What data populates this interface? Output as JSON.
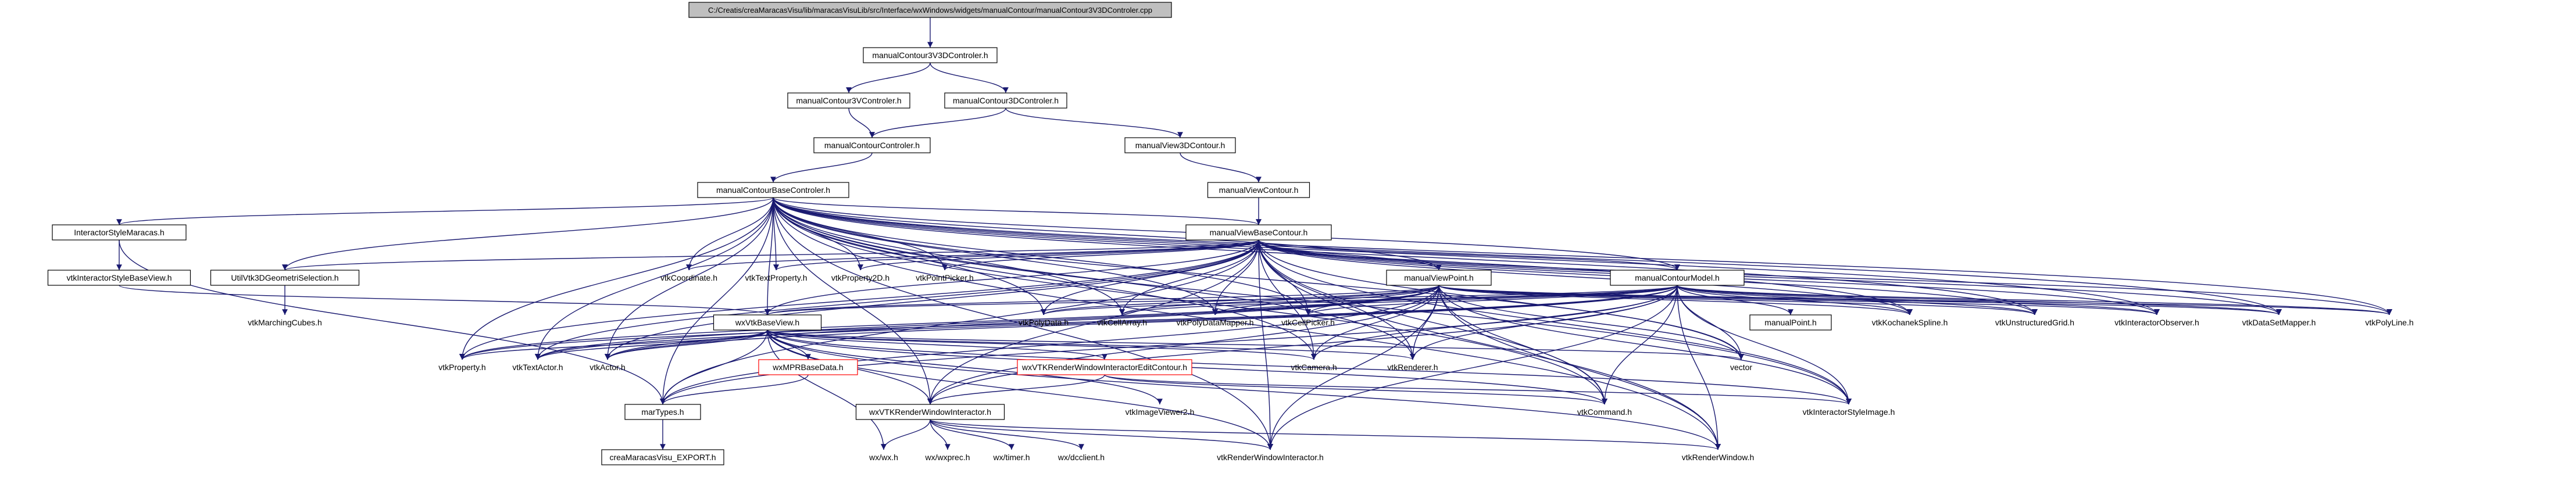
{
  "colors": {
    "edge": "#191970",
    "node_border": "#000000",
    "node_border_missing": "#ff0000",
    "root_fill": "#bfbfbf",
    "node_fill": "#ffffff"
  },
  "nodes": {
    "root": {
      "label": "C:/Creatis/creaMaracasVisu/lib/maracasVisuLib/src/Interface/wxWindows/widgets/manualContour/manualContour3V3DControler.cpp",
      "kind": "root"
    },
    "n3v3d": {
      "label": "manualContour3V3DControler.h",
      "kind": "normal"
    },
    "n3v": {
      "label": "manualContour3VControler.h",
      "kind": "normal"
    },
    "n3d": {
      "label": "manualContour3DControler.h",
      "kind": "normal"
    },
    "ctrl": {
      "label": "manualContourControler.h",
      "kind": "normal"
    },
    "view3d": {
      "label": "manualView3DContour.h",
      "kind": "normal"
    },
    "viewc": {
      "label": "manualViewContour.h",
      "kind": "normal"
    },
    "base": {
      "label": "manualContourBaseControler.h",
      "kind": "normal"
    },
    "vbase": {
      "label": "manualViewBaseContour.h",
      "kind": "normal"
    },
    "ism": {
      "label": "InteractorStyleMaracas.h",
      "kind": "normal"
    },
    "vtkisbv": {
      "label": "vtkInteractorStyleBaseView.h",
      "kind": "normal"
    },
    "uti": {
      "label": "UtilVtk3DGeometriSelection.h",
      "kind": "normal"
    },
    "march": {
      "label": "vtkMarchingCubes.h",
      "kind": "plain"
    },
    "coord": {
      "label": "vtkCoordinate.h",
      "kind": "plain"
    },
    "textp": {
      "label": "vtkTextProperty.h",
      "kind": "plain"
    },
    "prop3d": {
      "label": "vtkProperty2D.h",
      "kind": "plain"
    },
    "ppick": {
      "label": "vtkPointPicker.h",
      "kind": "plain"
    },
    "mvp": {
      "label": "manualViewPoint.h",
      "kind": "normal"
    },
    "model": {
      "label": "manualContourModel.h",
      "kind": "normal"
    },
    "wxbv": {
      "label": "wxVtkBaseView.h",
      "kind": "normal"
    },
    "polyd": {
      "label": "vtkPolyData.h",
      "kind": "plain"
    },
    "cella": {
      "label": "vtkCellArray.h",
      "kind": "plain"
    },
    "pdm": {
      "label": "vtkPolyDataMapper.h",
      "kind": "plain"
    },
    "cellp": {
      "label": "vtkCellPicker.h",
      "kind": "plain"
    },
    "mpoint": {
      "label": "manualPoint.h",
      "kind": "normal"
    },
    "koch": {
      "label": "vtkKochanekSpline.h",
      "kind": "plain"
    },
    "ugrid": {
      "label": "vtkUnstructuredGrid.h",
      "kind": "plain"
    },
    "iobs": {
      "label": "vtkInteractorObserver.h",
      "kind": "plain"
    },
    "dsm": {
      "label": "vtkDataSetMapper.h",
      "kind": "plain"
    },
    "pline": {
      "label": "vtkPolyLine.h",
      "kind": "plain"
    },
    "vprop": {
      "label": "vtkProperty.h",
      "kind": "plain"
    },
    "tact": {
      "label": "vtkTextActor.h",
      "kind": "plain"
    },
    "actor": {
      "label": "vtkActor.h",
      "kind": "plain"
    },
    "mpr": {
      "label": "wxMPRBaseData.h",
      "kind": "missing"
    },
    "wxedit": {
      "label": "wxVTKRenderWindowInteractorEditContour.h",
      "kind": "missing"
    },
    "cam": {
      "label": "vtkCamera.h",
      "kind": "plain"
    },
    "rend": {
      "label": "vtkRenderer.h",
      "kind": "plain"
    },
    "vector": {
      "label": "vector",
      "kind": "plain"
    },
    "cmd": {
      "label": "vtkCommand.h",
      "kind": "plain"
    },
    "isi": {
      "label": "vtkInteractorStyleImage.h",
      "kind": "plain"
    },
    "img2": {
      "label": "vtkImageViewer2.h",
      "kind": "plain"
    },
    "martypes": {
      "label": "marTypes.h",
      "kind": "normal"
    },
    "wxvtkrwi": {
      "label": "wxVTKRenderWindowInteractor.h",
      "kind": "normal"
    },
    "export": {
      "label": "creaMaracasVisu_EXPORT.h",
      "kind": "normal"
    },
    "wxwx": {
      "label": "wx/wx.h",
      "kind": "plain"
    },
    "wxprec": {
      "label": "wx/wxprec.h",
      "kind": "plain"
    },
    "wxtimer": {
      "label": "wx/timer.h",
      "kind": "plain"
    },
    "wxdc": {
      "label": "wx/dcclient.h",
      "kind": "plain"
    },
    "rwi": {
      "label": "vtkRenderWindowInteractor.h",
      "kind": "plain"
    },
    "rwin": {
      "label": "vtkRenderWindow.h",
      "kind": "plain"
    }
  },
  "edges": [
    [
      "root",
      "n3v3d"
    ],
    [
      "n3v3d",
      "n3v"
    ],
    [
      "n3v3d",
      "n3d"
    ],
    [
      "n3v",
      "ctrl"
    ],
    [
      "n3d",
      "ctrl"
    ],
    [
      "n3d",
      "view3d"
    ],
    [
      "ctrl",
      "base"
    ],
    [
      "view3d",
      "viewc"
    ],
    [
      "viewc",
      "vbase"
    ],
    [
      "base",
      "vbase"
    ],
    [
      "base",
      "ism"
    ],
    [
      "base",
      "uti"
    ],
    [
      "base",
      "coord"
    ],
    [
      "base",
      "textp"
    ],
    [
      "base",
      "prop3d"
    ],
    [
      "base",
      "ppick"
    ],
    [
      "base",
      "mvp"
    ],
    [
      "base",
      "model"
    ],
    [
      "base",
      "wxbv"
    ],
    [
      "base",
      "polyd"
    ],
    [
      "base",
      "cella"
    ],
    [
      "base",
      "pdm"
    ],
    [
      "base",
      "cellp"
    ],
    [
      "base",
      "koch"
    ],
    [
      "base",
      "ugrid"
    ],
    [
      "base",
      "iobs"
    ],
    [
      "base",
      "dsm"
    ],
    [
      "base",
      "pline"
    ],
    [
      "base",
      "vprop"
    ],
    [
      "base",
      "tact"
    ],
    [
      "base",
      "actor"
    ],
    [
      "base",
      "cam"
    ],
    [
      "base",
      "rend"
    ],
    [
      "base",
      "vector"
    ],
    [
      "base",
      "cmd"
    ],
    [
      "base",
      "isi"
    ],
    [
      "base",
      "martypes"
    ],
    [
      "base",
      "wxvtkrwi"
    ],
    [
      "base",
      "rwi"
    ],
    [
      "base",
      "rwin"
    ],
    [
      "ism",
      "vtkisbv"
    ],
    [
      "ism",
      "martypes"
    ],
    [
      "vtkisbv",
      "wxbv"
    ],
    [
      "uti",
      "march"
    ],
    [
      "vbase",
      "uti"
    ],
    [
      "vbase",
      "coord"
    ],
    [
      "vbase",
      "textp"
    ],
    [
      "vbase",
      "prop3d"
    ],
    [
      "vbase",
      "ppick"
    ],
    [
      "vbase",
      "mvp"
    ],
    [
      "vbase",
      "model"
    ],
    [
      "vbase",
      "wxbv"
    ],
    [
      "vbase",
      "polyd"
    ],
    [
      "vbase",
      "cella"
    ],
    [
      "vbase",
      "pdm"
    ],
    [
      "vbase",
      "cellp"
    ],
    [
      "vbase",
      "koch"
    ],
    [
      "vbase",
      "ugrid"
    ],
    [
      "vbase",
      "iobs"
    ],
    [
      "vbase",
      "dsm"
    ],
    [
      "vbase",
      "pline"
    ],
    [
      "vbase",
      "vprop"
    ],
    [
      "vbase",
      "tact"
    ],
    [
      "vbase",
      "actor"
    ],
    [
      "vbase",
      "cam"
    ],
    [
      "vbase",
      "rend"
    ],
    [
      "vbase",
      "vector"
    ],
    [
      "vbase",
      "cmd"
    ],
    [
      "vbase",
      "isi"
    ],
    [
      "vbase",
      "martypes"
    ],
    [
      "vbase",
      "wxvtkrwi"
    ],
    [
      "vbase",
      "rwi"
    ],
    [
      "vbase",
      "rwin"
    ],
    [
      "mvp",
      "polyd"
    ],
    [
      "mvp",
      "cella"
    ],
    [
      "mvp",
      "pdm"
    ],
    [
      "mvp",
      "cellp"
    ],
    [
      "mvp",
      "koch"
    ],
    [
      "mvp",
      "ugrid"
    ],
    [
      "mvp",
      "iobs"
    ],
    [
      "mvp",
      "dsm"
    ],
    [
      "mvp",
      "pline"
    ],
    [
      "mvp",
      "vprop"
    ],
    [
      "mvp",
      "tact"
    ],
    [
      "mvp",
      "actor"
    ],
    [
      "mvp",
      "cam"
    ],
    [
      "mvp",
      "rend"
    ],
    [
      "mvp",
      "vector"
    ],
    [
      "mvp",
      "cmd"
    ],
    [
      "mvp",
      "isi"
    ],
    [
      "mvp",
      "wxvtkrwi"
    ],
    [
      "mvp",
      "rwi"
    ],
    [
      "mvp",
      "rwin"
    ],
    [
      "mvp",
      "wxbv"
    ],
    [
      "mvp",
      "martypes"
    ],
    [
      "model",
      "mpoint"
    ],
    [
      "model",
      "polyd"
    ],
    [
      "model",
      "cella"
    ],
    [
      "model",
      "pdm"
    ],
    [
      "model",
      "cellp"
    ],
    [
      "model",
      "koch"
    ],
    [
      "model",
      "ugrid"
    ],
    [
      "model",
      "iobs"
    ],
    [
      "model",
      "dsm"
    ],
    [
      "model",
      "pline"
    ],
    [
      "model",
      "vprop"
    ],
    [
      "model",
      "tact"
    ],
    [
      "model",
      "actor"
    ],
    [
      "model",
      "cam"
    ],
    [
      "model",
      "rend"
    ],
    [
      "model",
      "vector"
    ],
    [
      "model",
      "cmd"
    ],
    [
      "model",
      "isi"
    ],
    [
      "model",
      "wxvtkrwi"
    ],
    [
      "model",
      "rwi"
    ],
    [
      "model",
      "rwin"
    ],
    [
      "model",
      "wxbv"
    ],
    [
      "model",
      "martypes"
    ],
    [
      "wxbv",
      "vprop"
    ],
    [
      "wxbv",
      "tact"
    ],
    [
      "wxbv",
      "actor"
    ],
    [
      "wxbv",
      "mpr"
    ],
    [
      "wxbv",
      "wxedit"
    ],
    [
      "wxbv",
      "cam"
    ],
    [
      "wxbv",
      "rend"
    ],
    [
      "wxbv",
      "vector"
    ],
    [
      "wxbv",
      "cmd"
    ],
    [
      "wxbv",
      "isi"
    ],
    [
      "wxbv",
      "img2"
    ],
    [
      "wxbv",
      "martypes"
    ],
    [
      "wxbv",
      "wxvtkrwi"
    ],
    [
      "wxbv",
      "wxwx"
    ],
    [
      "wxbv",
      "rwi"
    ],
    [
      "wxbv",
      "rwin"
    ],
    [
      "mpr",
      "martypes"
    ],
    [
      "wxedit",
      "wxvtkrwi"
    ],
    [
      "wxedit",
      "cmd"
    ],
    [
      "wxedit",
      "isi"
    ],
    [
      "martypes",
      "export"
    ],
    [
      "wxvtkrwi",
      "wxwx"
    ],
    [
      "wxvtkrwi",
      "wxprec"
    ],
    [
      "wxvtkrwi",
      "wxtimer"
    ],
    [
      "wxvtkrwi",
      "wxdc"
    ],
    [
      "wxvtkrwi",
      "rwi"
    ],
    [
      "wxvtkrwi",
      "rwin"
    ]
  ]
}
